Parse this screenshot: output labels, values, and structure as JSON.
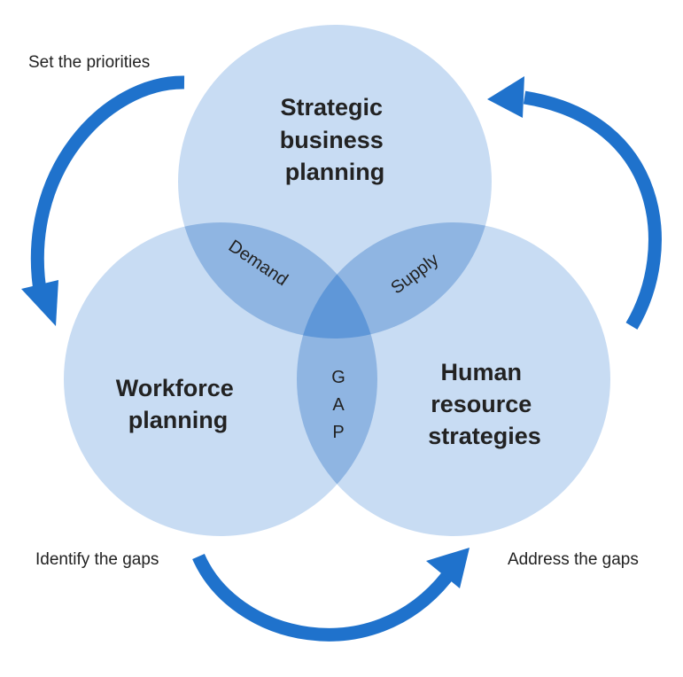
{
  "colors": {
    "circle_fill": "#c8dcf3",
    "overlap_two": "#8fb5e2",
    "overlap_center": "#5f97d8",
    "arrow": "#1f72cc",
    "text": "#222222"
  },
  "circles": {
    "top": {
      "lines": [
        "Strategic",
        "business",
        "planning"
      ]
    },
    "left": {
      "lines": [
        "Workforce",
        "planning"
      ]
    },
    "right": {
      "lines": [
        "Human",
        "resource",
        "strategies"
      ]
    }
  },
  "overlaps": {
    "top_left": "Demand",
    "top_right": "Supply",
    "bottom": [
      "G",
      "A",
      "P"
    ]
  },
  "steps": {
    "set_priorities": "Set the priorities",
    "identify_gaps": "Identify the gaps",
    "address_gaps": "Address the gaps"
  }
}
